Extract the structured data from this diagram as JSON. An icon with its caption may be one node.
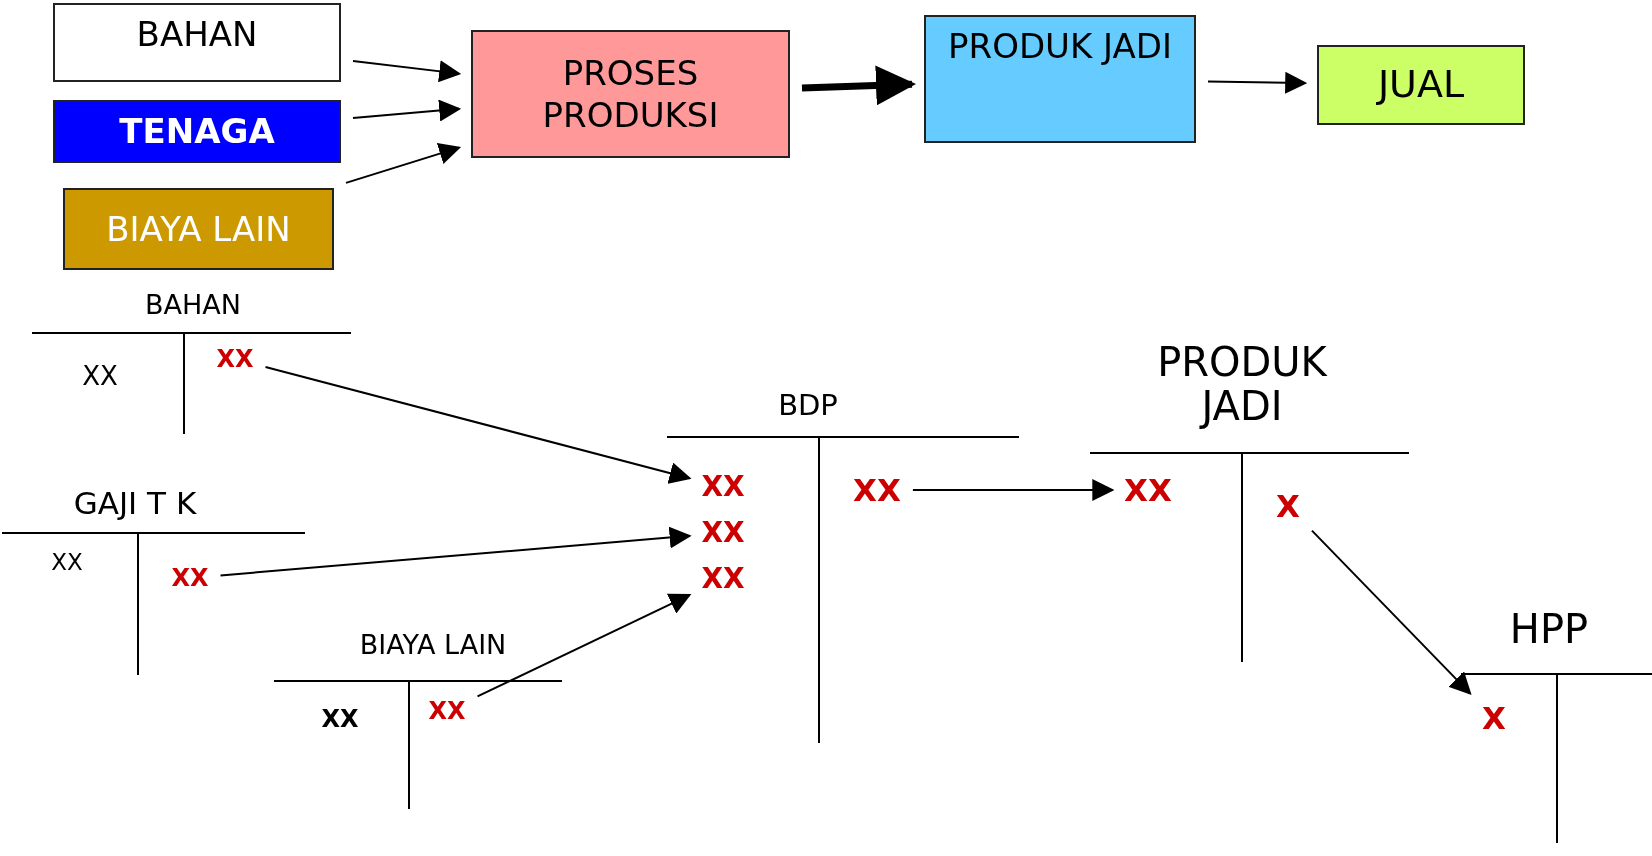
{
  "diagram": {
    "nodes": [
      {
        "text": [
          "BAHAN"
        ]
      },
      {
        "text": [
          "TENAGA"
        ]
      },
      {
        "text": [
          "BIAYA LAIN"
        ]
      },
      {
        "text": [
          "PROSES PRODUKSI"
        ]
      },
      {
        "text": [
          "PRODUK JADI"
        ]
      },
      {
        "text": [
          "JUAL"
        ]
      },
      {
        "text": [
          "BAHAN"
        ]
      },
      {
        "text": [
          "XX"
        ],
        "in": 6
      },
      {
        "text": [
          "XX"
        ],
        "in": 6
      },
      {
        "text": [
          "GAJI T K"
        ]
      },
      {
        "text": [
          "XX"
        ],
        "in": 9
      },
      {
        "text": [
          "XX"
        ],
        "in": 9
      },
      {
        "text": [
          "BIAYA LAIN"
        ]
      },
      {
        "text": [
          "XX"
        ],
        "in": 12
      },
      {
        "text": [
          "XX"
        ],
        "in": 12
      },
      {
        "text": [
          "BDP"
        ]
      },
      {
        "text": [
          "XX"
        ],
        "in": 15
      },
      {
        "text": [
          "XX"
        ],
        "in": 15
      },
      {
        "text": [
          "XX"
        ],
        "in": 15
      },
      {
        "text": [
          "XX"
        ],
        "in": 15
      },
      {
        "text": [
          "PRODUK JADI"
        ]
      },
      {
        "text": [
          "XX"
        ],
        "in": 20
      },
      {
        "text": [
          "X"
        ],
        "in": 20
      },
      {
        "text": [
          "HPP"
        ]
      },
      {
        "text": [
          "X"
        ],
        "in": 23
      }
    ],
    "edges": [
      {
        "from": 0,
        "to": 3,
        "arrow": "to"
      },
      {
        "from": 1,
        "to": 3,
        "arrow": "to"
      },
      {
        "from": 2,
        "to": 3,
        "arrow": "to"
      },
      {
        "from": 3,
        "to": 4,
        "arrow": "to",
        "style": "thick"
      },
      {
        "from": 4,
        "to": 5,
        "arrow": "to"
      },
      {
        "from": 8,
        "to": 16,
        "arrow": "to"
      },
      {
        "from": 11,
        "to": 17,
        "arrow": "to"
      },
      {
        "from": 14,
        "to": 18,
        "arrow": "to"
      },
      {
        "from": 19,
        "to": 21,
        "arrow": "to"
      },
      {
        "from": 22,
        "to": 24,
        "arrow": "to"
      }
    ]
  }
}
